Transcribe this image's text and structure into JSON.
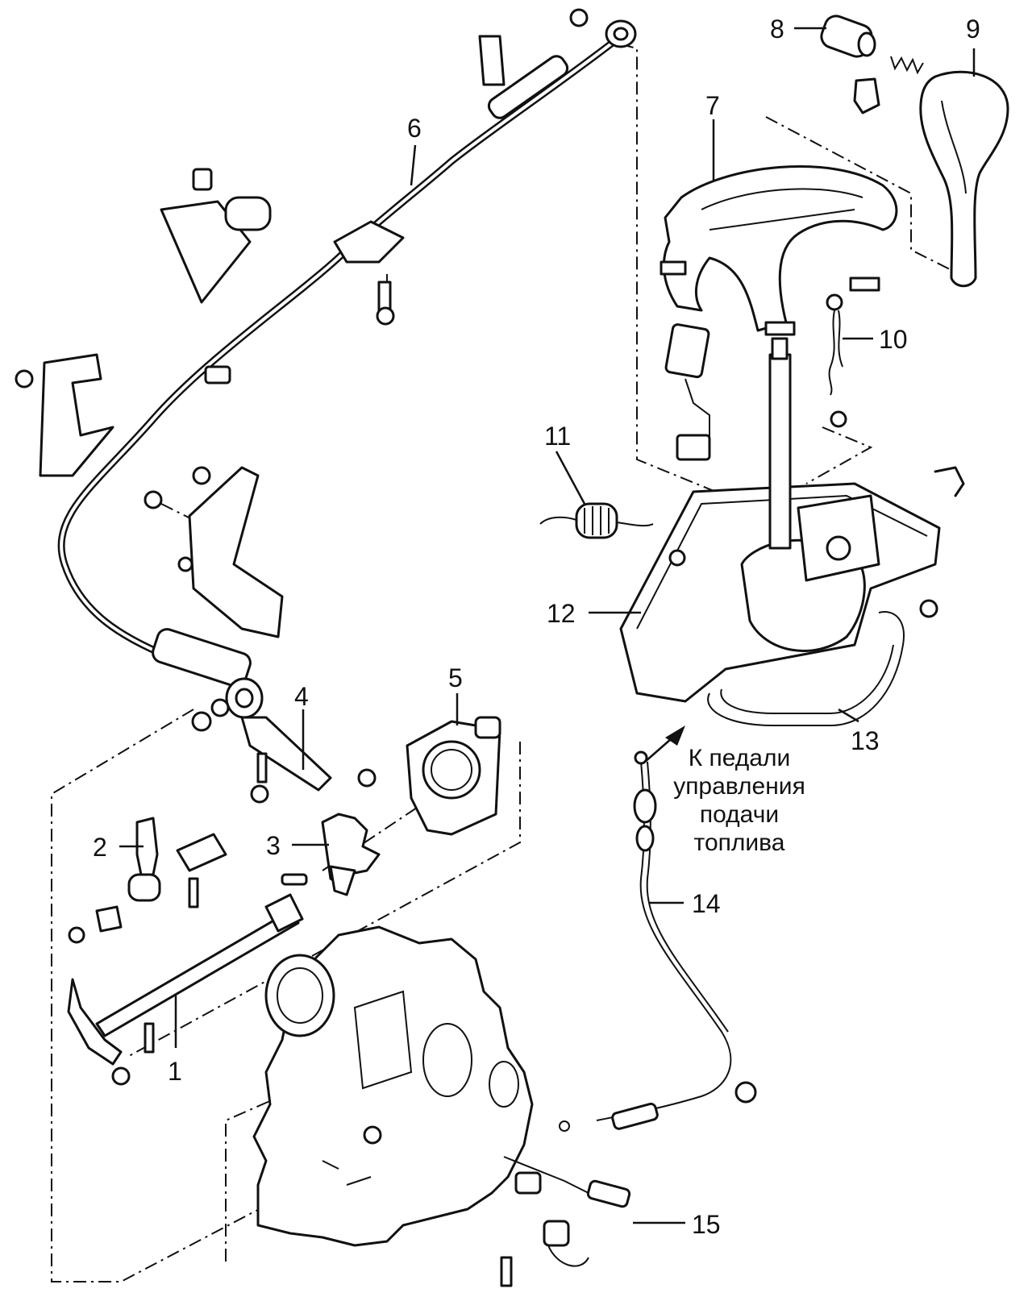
{
  "callouts": {
    "c1": "1",
    "c2": "2",
    "c3": "3",
    "c4": "4",
    "c5": "5",
    "c6": "6",
    "c7": "7",
    "c8": "8",
    "c9": "9",
    "c10": "10",
    "c11": "11",
    "c12": "12",
    "c13": "13",
    "c14": "14",
    "c15": "15"
  },
  "note": {
    "line1": "К педали",
    "line2": "управления",
    "line3": "подачи",
    "line4": "топлива"
  },
  "colors": {
    "ink": "#111111",
    "paper": "#ffffff"
  }
}
